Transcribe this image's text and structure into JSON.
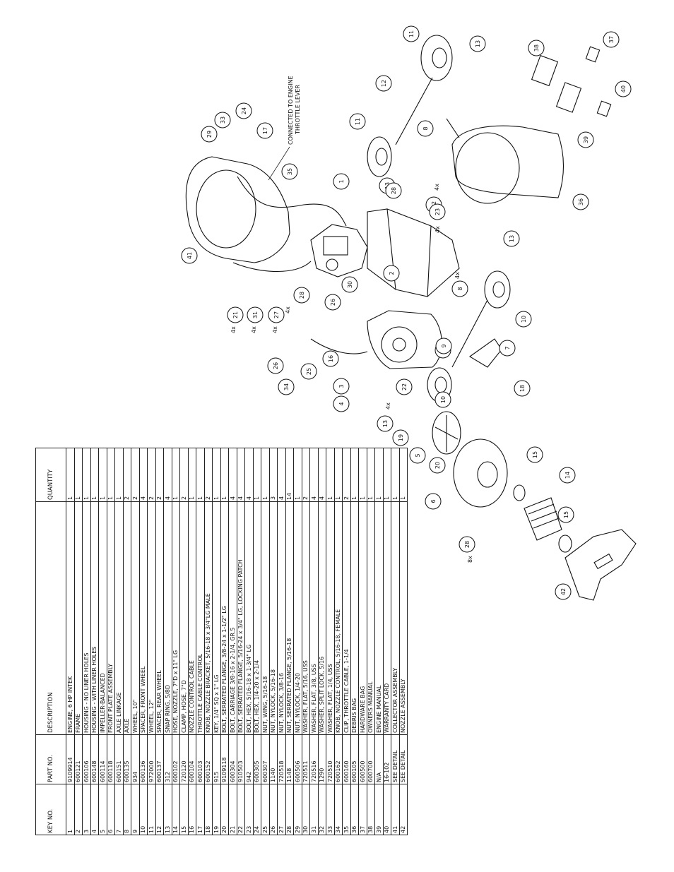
{
  "table": {
    "headers": [
      "KEY NO.",
      "PART NO.",
      "DESCRIPTION",
      "QUANTITY"
    ],
    "rows": [
      [
        "1",
        "9109914",
        "ENGINE, 6 HP INTEK",
        "1"
      ],
      [
        "2",
        "600121",
        "FRAME",
        "1"
      ],
      [
        "3",
        "600106",
        "HOUSING - NO LINER HOLES",
        "1"
      ],
      [
        "4",
        "600148",
        "HOUSING - WITH LINER HOLES",
        "1"
      ],
      [
        "5",
        "600114",
        "IMPELLER-BALANCED",
        "1"
      ],
      [
        "6",
        "600118",
        "FRONT PLATE ASSEMBLY",
        "1"
      ],
      [
        "7",
        "600151",
        "AXLE LINKAGE",
        "1"
      ],
      [
        "8",
        "600135",
        "AXLE",
        "2"
      ],
      [
        "9",
        "934",
        "WHEEL, 10\"",
        "2"
      ],
      [
        "10",
        "600136",
        "SPACER, FRONT WHEEL",
        "4"
      ],
      [
        "11",
        "972000",
        "WHEEL, 12\"",
        "2"
      ],
      [
        "12",
        "600137",
        "SPACER, REAR WHEEL",
        "2"
      ],
      [
        "13",
        "312",
        "SNAP RING, 5/8D",
        "4"
      ],
      [
        "14",
        "600102",
        "HOSE, NOZZLE, 7\"D x 11\" LG",
        "1"
      ],
      [
        "15",
        "720120",
        "CLAMP, HOSE, 7\"D",
        "2"
      ],
      [
        "16",
        "600104",
        "NOZZLE CONTROL CABLE",
        "1"
      ],
      [
        "17",
        "600103",
        "THROTTLE CABLE CONTROL",
        "1"
      ],
      [
        "18",
        "600152",
        "KNOB, NOZZLE BRACKET, 5/16-18 x 3/4\"LG MALE",
        "2"
      ],
      [
        "19",
        "915",
        "KEY, 1/4\" SQ x 1\" LG",
        "1"
      ],
      [
        "20",
        "9109118",
        "BOLT, SERRATED FLANGE, 3/8-24 x 1-1/2\" LG",
        "1"
      ],
      [
        "21",
        "600304",
        "BOLT, CARRIAGE 3/8-16 x 2-1/4, GR.5",
        "4"
      ],
      [
        "22",
        "910503",
        "BOLT, SERRATED FLANGE, 5/16-24 x 3/4\" LG, LOCKING PATCH",
        "4"
      ],
      [
        "23",
        "942",
        "BOLT, HEX, 5/16-18 x 1-3/4\" LG",
        "4"
      ],
      [
        "24",
        "600305",
        "BOLT, HEX, 1/4-20 x 2-1/4",
        "1"
      ],
      [
        "25",
        "600307",
        "NUT, WING, 5/16-18",
        "1"
      ],
      [
        "26",
        "1140",
        "NUT, NYLOCK, 5/16-18",
        "3"
      ],
      [
        "27",
        "720518",
        "NUT, NYLOCK, 3/8-16",
        "4"
      ],
      [
        "28",
        "1148",
        "NUT, SERRATED FLANGE, 5/16-18",
        "14"
      ],
      [
        "29",
        "600506",
        "NUT, NYLOCK, 1/4-20",
        "1"
      ],
      [
        "30",
        "720511",
        "WASHER, FLAT, 5/16, USS",
        "2"
      ],
      [
        "31",
        "720516",
        "WASHER, FLAT, 3/8, USS",
        "4"
      ],
      [
        "32",
        "1290",
        "WASHER, SPLIT LOCK, 5/16",
        "4"
      ],
      [
        "33",
        "720510",
        "WASHER, FLAT, 1/4, USS",
        "1"
      ],
      [
        "34",
        "600162",
        "KNOB, NOZZLE CONTROL, 5/16-18, FEMALE",
        "1"
      ],
      [
        "35",
        "600160",
        "CLIP, THROTTLE CABLE, 1-1/4",
        "2"
      ],
      [
        "36",
        "600105",
        "DEBRIS BAG",
        "1"
      ],
      [
        "37",
        "600500",
        "HARDWARE BAG",
        "1"
      ],
      [
        "38",
        "600700",
        "OWNERS MANUAL",
        "1"
      ],
      [
        "39",
        "N/A",
        "ENGINE MANUAL",
        "1"
      ],
      [
        "40",
        "16-102",
        "WARRANTY CARD",
        "1"
      ],
      [
        "41",
        "SEE DETAIL",
        "COLLECTOR ASSEMBLY",
        "1"
      ],
      [
        "42",
        "SEE DETAIL",
        "NOZZLE ASSEMBLY",
        "1"
      ]
    ]
  },
  "diagram": {
    "note_line1": "CONNECTED TO ENGINE",
    "note_line2": "THROTTLE LEVER",
    "multipliers": [
      "4x",
      "4x",
      "4x",
      "4x",
      "4x",
      "4x",
      "4x",
      "8x",
      "4x"
    ],
    "callouts": [
      "11",
      "13",
      "12",
      "8",
      "11",
      "13",
      "41",
      "29",
      "33",
      "24",
      "17",
      "35",
      "1",
      "28",
      "32",
      "23",
      "36",
      "38",
      "37",
      "39",
      "40",
      "2",
      "9",
      "13",
      "10",
      "8",
      "7",
      "18",
      "21",
      "31",
      "27",
      "28",
      "26",
      "30",
      "26",
      "25",
      "16",
      "34",
      "3",
      "4",
      "22",
      "9",
      "10",
      "13",
      "19",
      "5",
      "20",
      "6",
      "15",
      "14",
      "15",
      "28",
      "42"
    ]
  }
}
